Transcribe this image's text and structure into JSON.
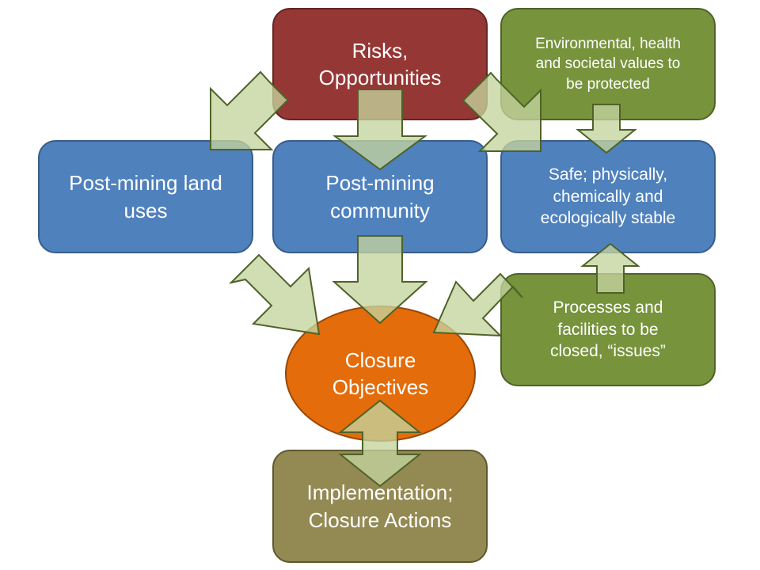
{
  "nodes": {
    "risks": {
      "lines": [
        "Risks,",
        "Opportunities"
      ],
      "color": "#953735"
    },
    "env_values": {
      "lines": [
        "Environmental, health",
        "and societal values to",
        "be protected"
      ],
      "color": "#77933c"
    },
    "pm_land_uses": {
      "lines": [
        "Post-mining land",
        "uses"
      ],
      "color": "#4f81bd"
    },
    "pm_community": {
      "lines": [
        "Post-mining",
        "community"
      ],
      "color": "#4f81bd"
    },
    "safe_stable": {
      "lines": [
        "Safe; physically,",
        "chemically and",
        "ecologically stable"
      ],
      "color": "#4f81bd"
    },
    "processes": {
      "lines": [
        "Processes and",
        "facilities to be",
        "closed, “issues”"
      ],
      "color": "#77933c"
    },
    "closure_objectives": {
      "lines": [
        "Closure",
        "Objectives"
      ],
      "color": "#e46c0a"
    },
    "implementation": {
      "lines": [
        "Implementation;",
        "Closure Actions"
      ],
      "color": "#938953"
    }
  },
  "arrow_color": "#c4d49e",
  "connections": [
    {
      "from": "risks",
      "to": "pm_land_uses",
      "style": "arrow"
    },
    {
      "from": "risks",
      "to": "pm_community",
      "style": "arrow"
    },
    {
      "from": "risks",
      "to": "safe_stable",
      "style": "arrow"
    },
    {
      "from": "env_values",
      "to": "safe_stable",
      "style": "arrow"
    },
    {
      "from": "processes",
      "to": "safe_stable",
      "style": "arrow"
    },
    {
      "from": "pm_land_uses",
      "to": "closure_objectives",
      "style": "arrow"
    },
    {
      "from": "pm_community",
      "to": "closure_objectives",
      "style": "arrow"
    },
    {
      "from": "processes",
      "to": "closure_objectives",
      "style": "arrow"
    },
    {
      "from": "closure_objectives",
      "to": "implementation",
      "style": "double-arrow"
    }
  ]
}
